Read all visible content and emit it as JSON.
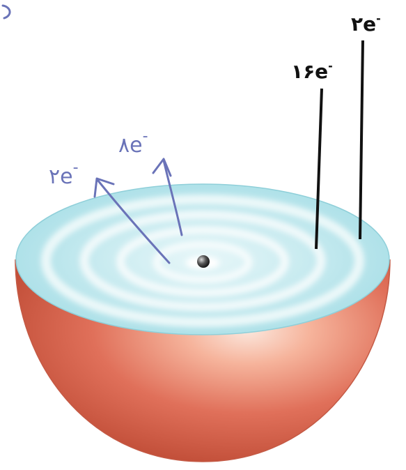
{
  "labels": {
    "shell_outer": "۲e",
    "shell_outer_sup": "-",
    "shell_third": "۱۶e",
    "shell_third_sup": "-",
    "hand_second": "۸e",
    "hand_second_sup": "-",
    "hand_first": "۲e",
    "hand_first_sup": "-"
  },
  "colors": {
    "shell_cut_face": "#aee3ea",
    "shell_ring_light": "#f4fbfc",
    "hemisphere": "#e0705a",
    "hemisphere_highlight": "#fbe7dd",
    "leader_line": "#111111",
    "handwriting": "#6a73b8",
    "nucleus": "#333333"
  }
}
